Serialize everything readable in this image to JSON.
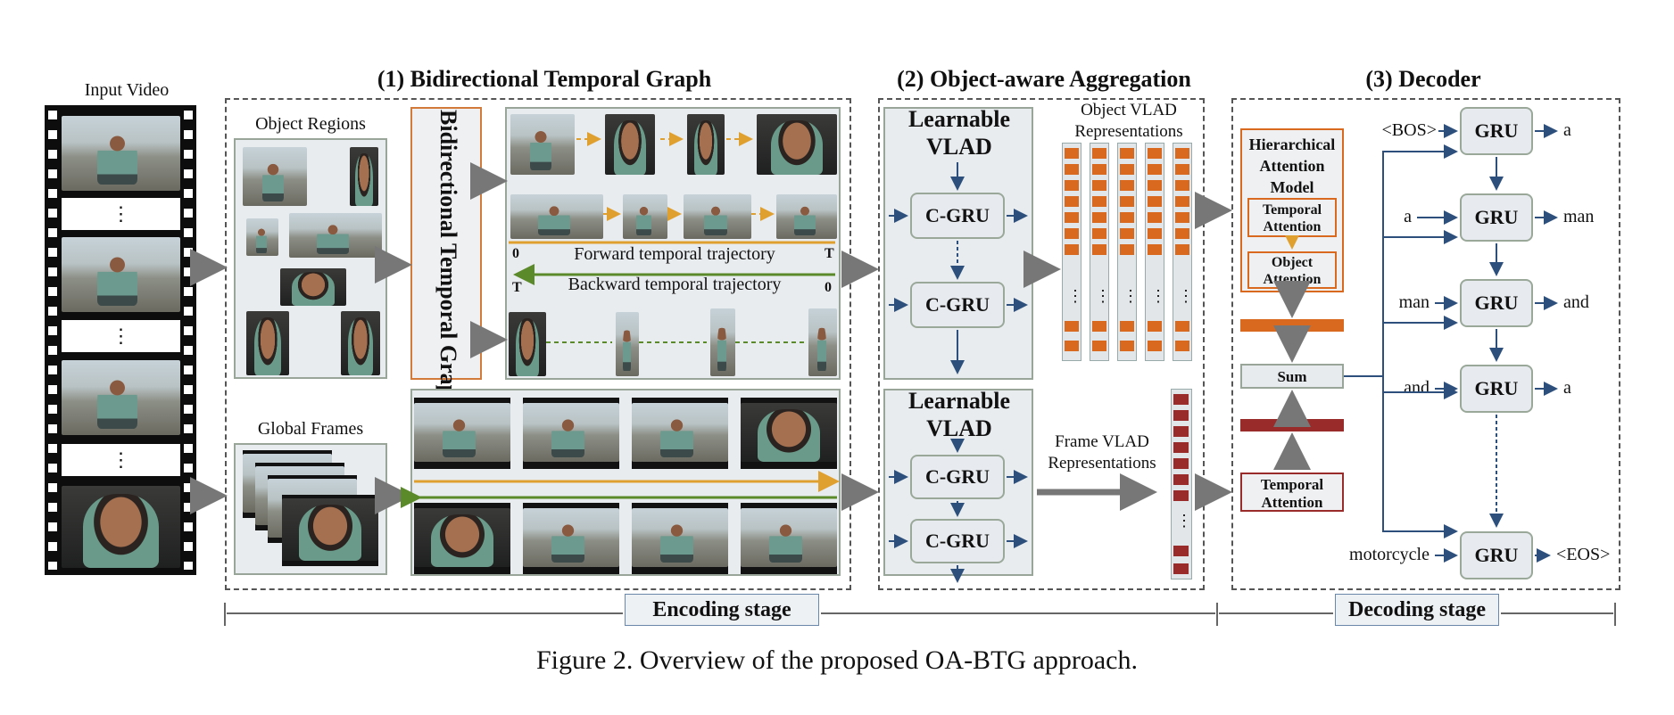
{
  "input_video_label": "Input Video",
  "ellipsis": "⋮",
  "section1_title": "(1) Bidirectional Temporal Graph",
  "section2_title": "(2) Object-aware Aggregation",
  "section3_title": "(3) Decoder",
  "object_regions_label": "Object Regions",
  "global_frames_label": "Global Frames",
  "btg_box_label": "Bidirectional Temporal Graph",
  "forward_label": "Forward temporal trajectory",
  "backward_label": "Backward temporal trajectory",
  "forward_start": "0",
  "forward_end": "T",
  "backward_start": "T",
  "backward_end": "0",
  "learnable_vlad_1": "Learnable VLAD",
  "learnable_vlad_2": "Learnable VLAD",
  "cgru_label": "C-GRU",
  "object_vlad_label": "Object VLAD Representations",
  "frame_vlad_label": "Frame VLAD Representations",
  "ham_label": "Hierarchical Attention Model",
  "temporal_attention_label": "Temporal Attention",
  "object_attention_label": "Object Attention",
  "sum_label": "Sum",
  "gru_label": "GRU",
  "decoder_inputs": [
    "<BOS>",
    "a",
    "man",
    "and",
    "motorcycle"
  ],
  "decoder_outputs": [
    "a",
    "man",
    "and",
    "a",
    "<EOS>"
  ],
  "encoding_stage": "Encoding stage",
  "decoding_stage": "Decoding stage",
  "caption": "Figure 2. Overview of the proposed OA-BTG approach.",
  "colors": {
    "orange": "#d8691e",
    "dark_red": "#9a2b2b",
    "arrow_blue": "#2d4f7c",
    "panel_gray": "#e9ecef",
    "forward_line": "#e0a030",
    "backward_line": "#5a8a2a"
  }
}
